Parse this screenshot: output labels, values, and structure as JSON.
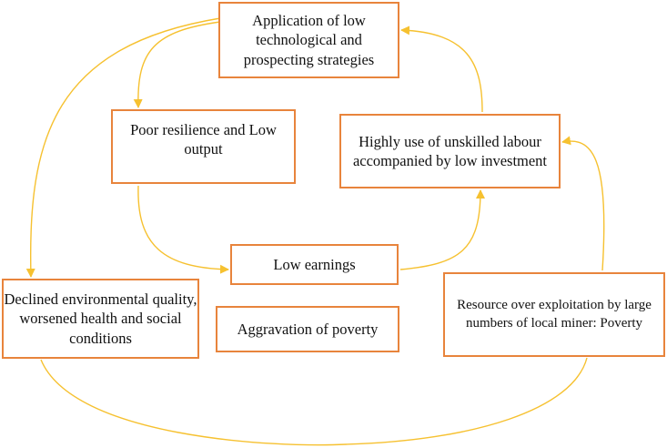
{
  "diagram": {
    "accent_color": "#e8843c",
    "arrow_color": "#f6c130",
    "boxes": {
      "application": "Application of low technological and prospecting strategies",
      "poor_resilience": "Poor resilience and Low output",
      "highly_use": "Highly use of unskilled labour accompanied by low investment",
      "low_earnings": "Low earnings",
      "declined": "Declined environmental quality, worsened health and social conditions",
      "aggravation": "Aggravation of poverty",
      "resource": "Resource over exploitation by large numbers of local miner: Poverty"
    }
  }
}
